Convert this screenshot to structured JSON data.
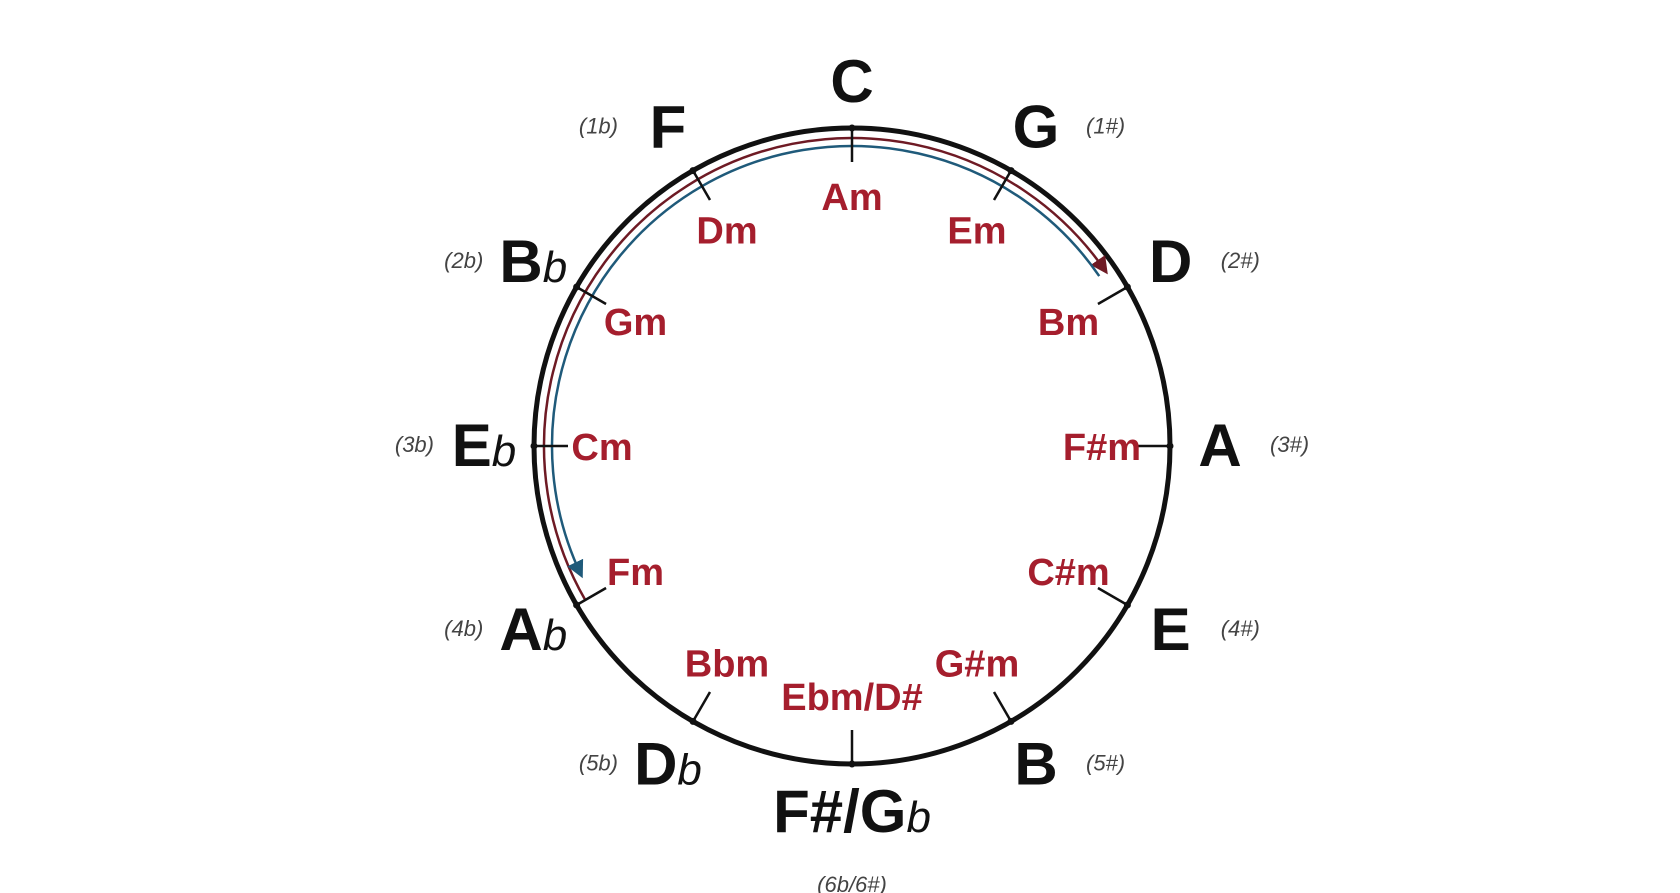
{
  "colors": {
    "ring": "#111111",
    "major": "#111111",
    "minor": "#a51e2d",
    "signature": "#444444",
    "clockwise_arrow": "#6e1a24",
    "counterclockwise_arrow": "#1f5a7a"
  },
  "majors": [
    {
      "root": "C",
      "accidental": "",
      "sig": ""
    },
    {
      "root": "G",
      "accidental": "",
      "sig": "(1#)"
    },
    {
      "root": "D",
      "accidental": "",
      "sig": "(2#)"
    },
    {
      "root": "A",
      "accidental": "",
      "sig": "(3#)"
    },
    {
      "root": "E",
      "accidental": "",
      "sig": "(4#)"
    },
    {
      "root": "B",
      "accidental": "",
      "sig": "(5#)"
    },
    {
      "root": "F#/G",
      "accidental": "b",
      "sig": "(6b/6#)"
    },
    {
      "root": "D",
      "accidental": "b",
      "sig": "(5b)"
    },
    {
      "root": "A",
      "accidental": "b",
      "sig": "(4b)"
    },
    {
      "root": "E",
      "accidental": "b",
      "sig": "(3b)"
    },
    {
      "root": "B",
      "accidental": "b",
      "sig": "(2b)"
    },
    {
      "root": "F",
      "accidental": "",
      "sig": "(1b)"
    }
  ],
  "minors": [
    "Am",
    "Em",
    "Bm",
    "F#m",
    "C#m",
    "G#m",
    "Ebm/D#",
    "Bbm",
    "Fm",
    "Cm",
    "Gm",
    "Dm"
  ]
}
